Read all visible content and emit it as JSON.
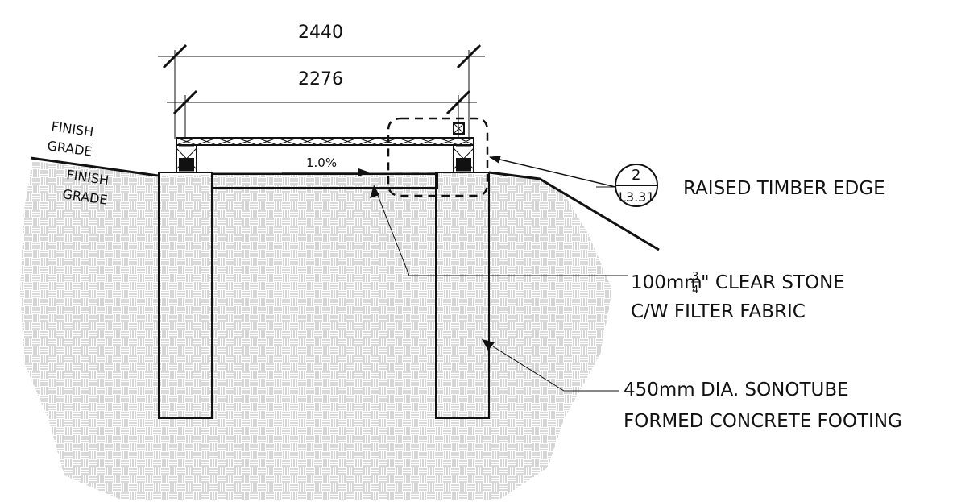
{
  "dimensions": {
    "overall": "2440",
    "inner": "2276"
  },
  "grade_labels": {
    "left_upper_line1": "FINISH",
    "left_upper_line2": "GRADE",
    "left_lower_line1": "FINISH",
    "left_lower_line2": "GRADE"
  },
  "slope_label": "1.0%",
  "detail_callout": {
    "number": "2",
    "sheet": "L3.31",
    "title": "RAISED TIMBER EDGE"
  },
  "notes": {
    "stone_prefix": "100mm",
    "stone_frac_num": "3",
    "stone_frac_den": "4",
    "stone_suffix": "\" CLEAR STONE",
    "stone_line2": "C/W FILTER FABRIC",
    "footing_line1": "450mm DIA. SONOTUBE",
    "footing_line2": "FORMED CONCRETE FOOTING"
  },
  "colors": {
    "ink": "#111111",
    "hatch": "#9a9a9a",
    "fill_light": "#e9e9e9"
  }
}
